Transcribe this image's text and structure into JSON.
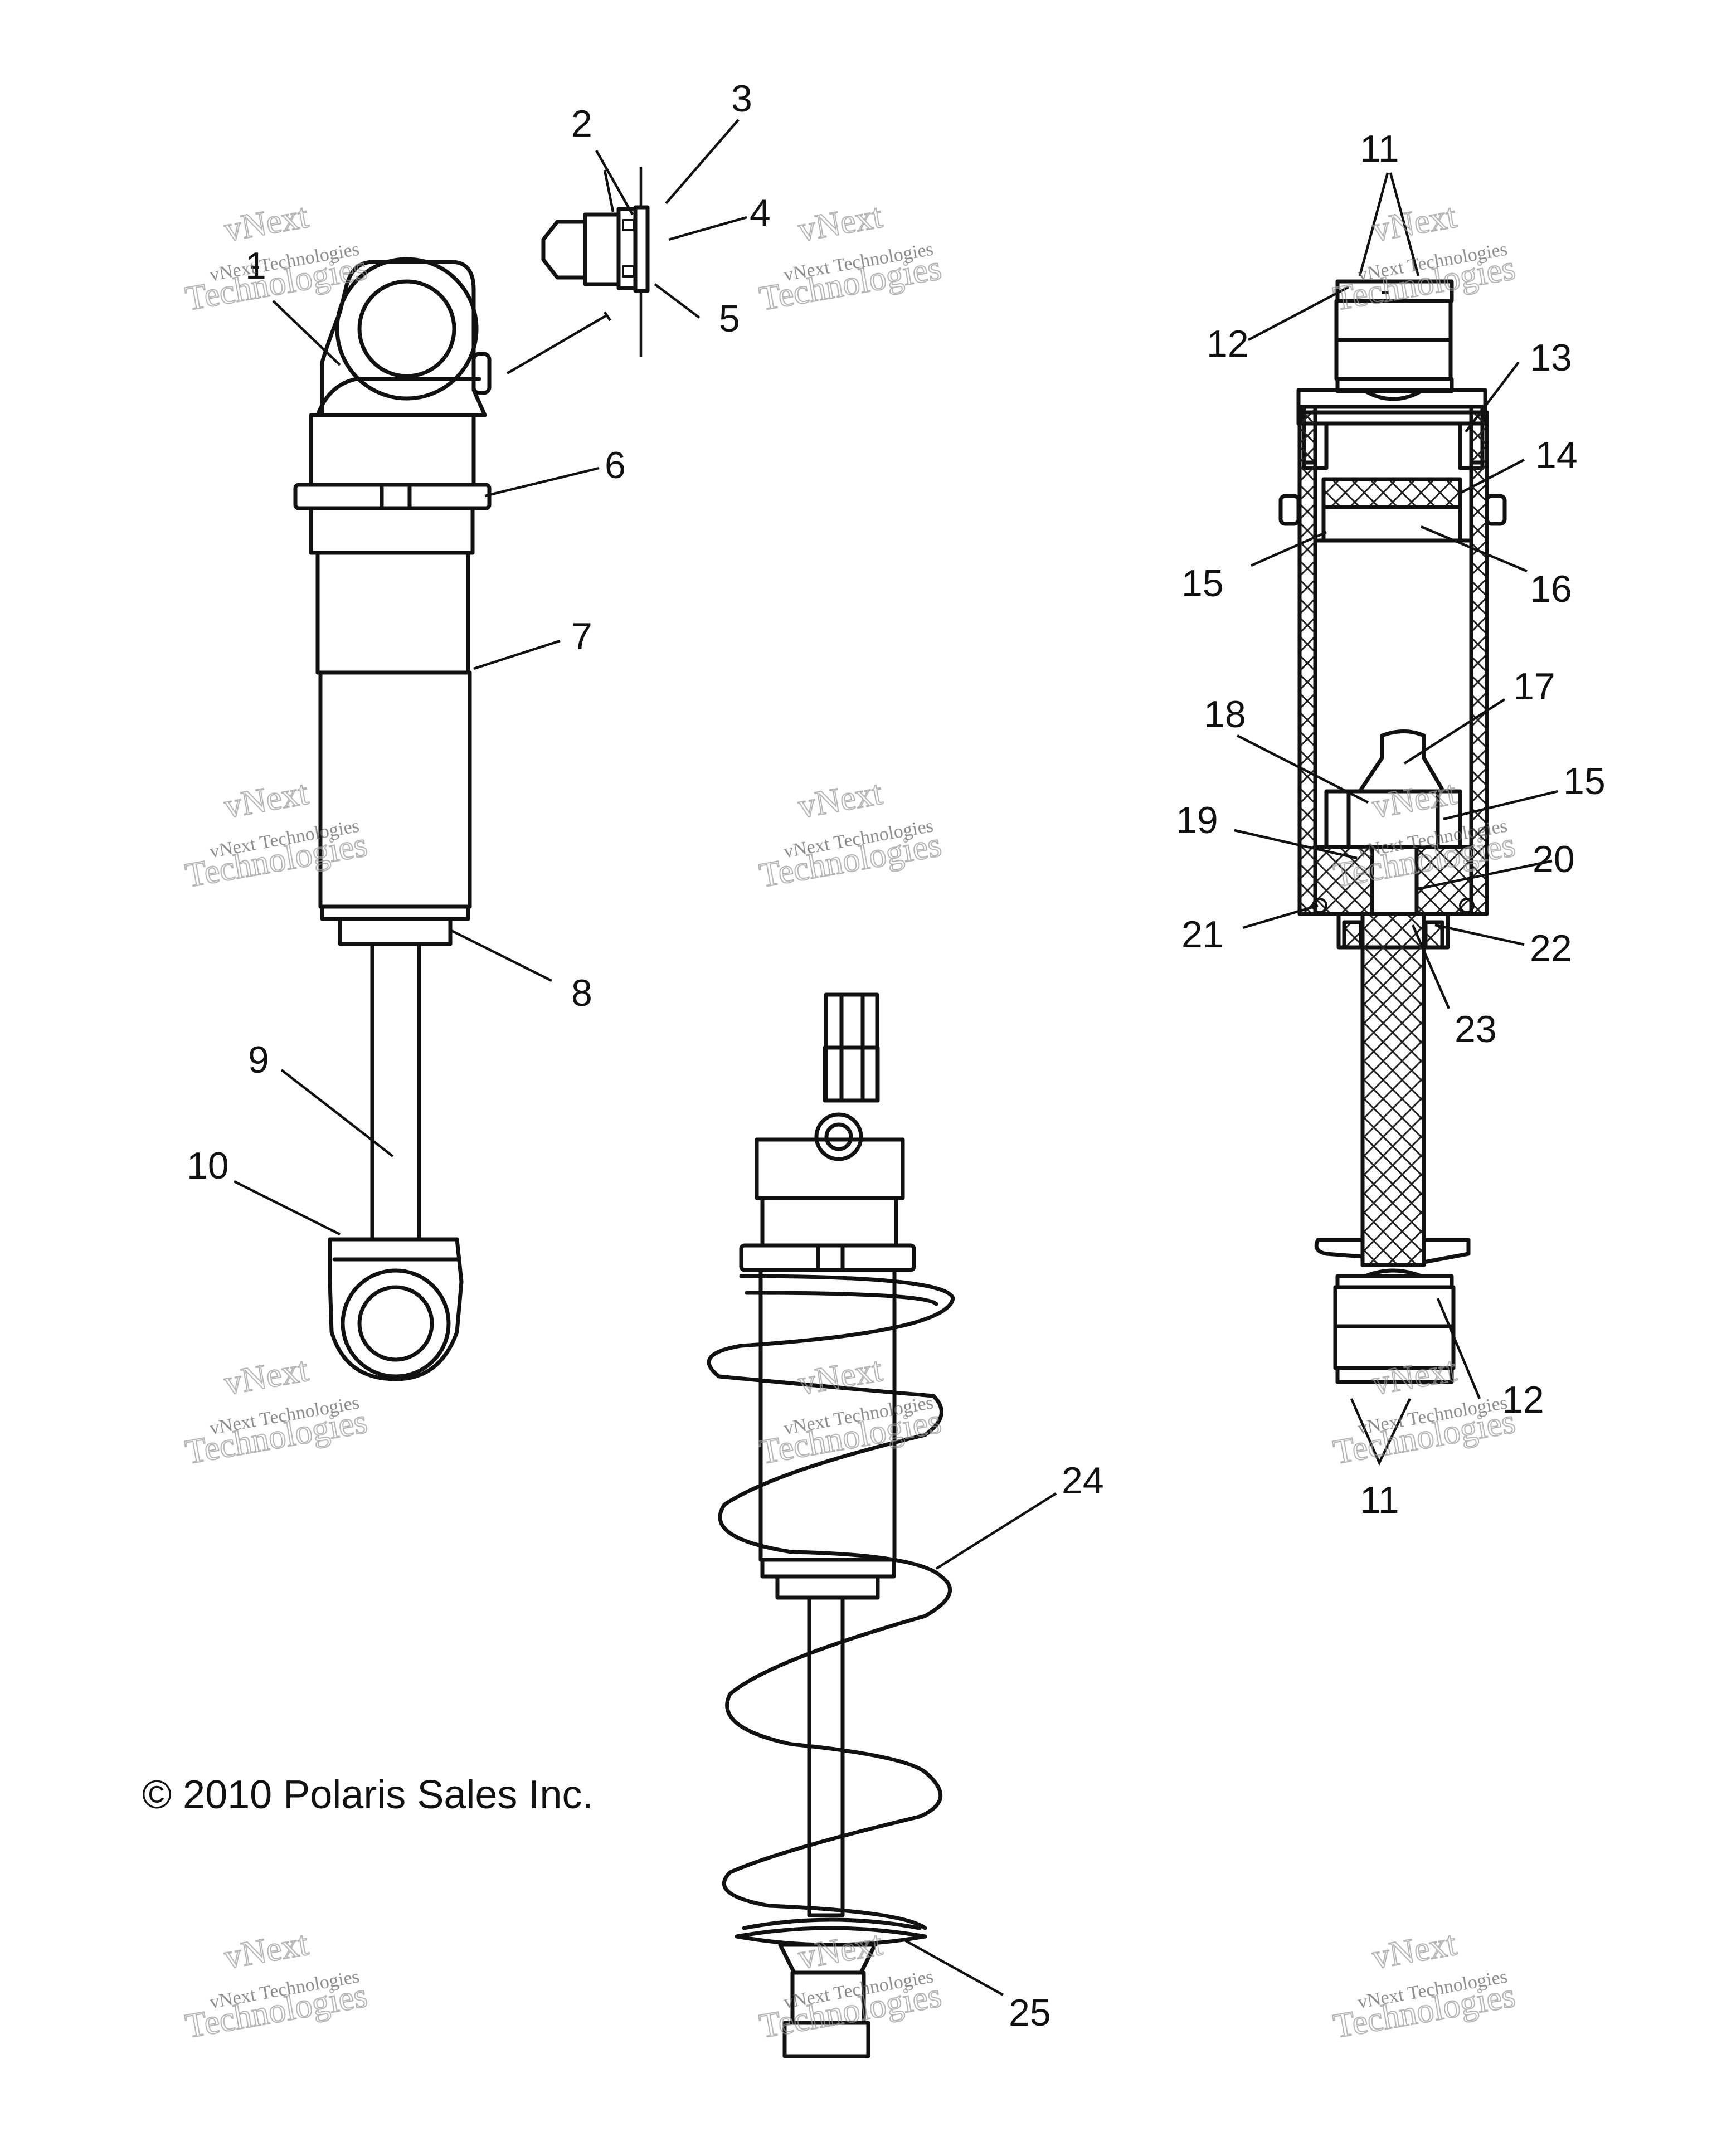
{
  "copyright": "© 2010 Polaris Sales Inc.",
  "watermark": {
    "line1": "vNext Technologies",
    "line2": "Technologies",
    "word": "vNext"
  },
  "callouts": [
    {
      "id": "c1",
      "label": "1"
    },
    {
      "id": "c2",
      "label": "2"
    },
    {
      "id": "c3",
      "label": "3"
    },
    {
      "id": "c4",
      "label": "4"
    },
    {
      "id": "c5",
      "label": "5"
    },
    {
      "id": "c6",
      "label": "6"
    },
    {
      "id": "c7",
      "label": "7"
    },
    {
      "id": "c8",
      "label": "8"
    },
    {
      "id": "c9",
      "label": "9"
    },
    {
      "id": "c10",
      "label": "10"
    },
    {
      "id": "c11a",
      "label": "11"
    },
    {
      "id": "c11b",
      "label": "11"
    },
    {
      "id": "c12a",
      "label": "12"
    },
    {
      "id": "c12b",
      "label": "12"
    },
    {
      "id": "c13",
      "label": "13"
    },
    {
      "id": "c14",
      "label": "14"
    },
    {
      "id": "c15a",
      "label": "15"
    },
    {
      "id": "c15b",
      "label": "15"
    },
    {
      "id": "c16",
      "label": "16"
    },
    {
      "id": "c17",
      "label": "17"
    },
    {
      "id": "c18",
      "label": "18"
    },
    {
      "id": "c19",
      "label": "19"
    },
    {
      "id": "c20",
      "label": "20"
    },
    {
      "id": "c21",
      "label": "21"
    },
    {
      "id": "c22",
      "label": "22"
    },
    {
      "id": "c23",
      "label": "23"
    },
    {
      "id": "c24",
      "label": "24"
    },
    {
      "id": "c25",
      "label": "25"
    }
  ]
}
